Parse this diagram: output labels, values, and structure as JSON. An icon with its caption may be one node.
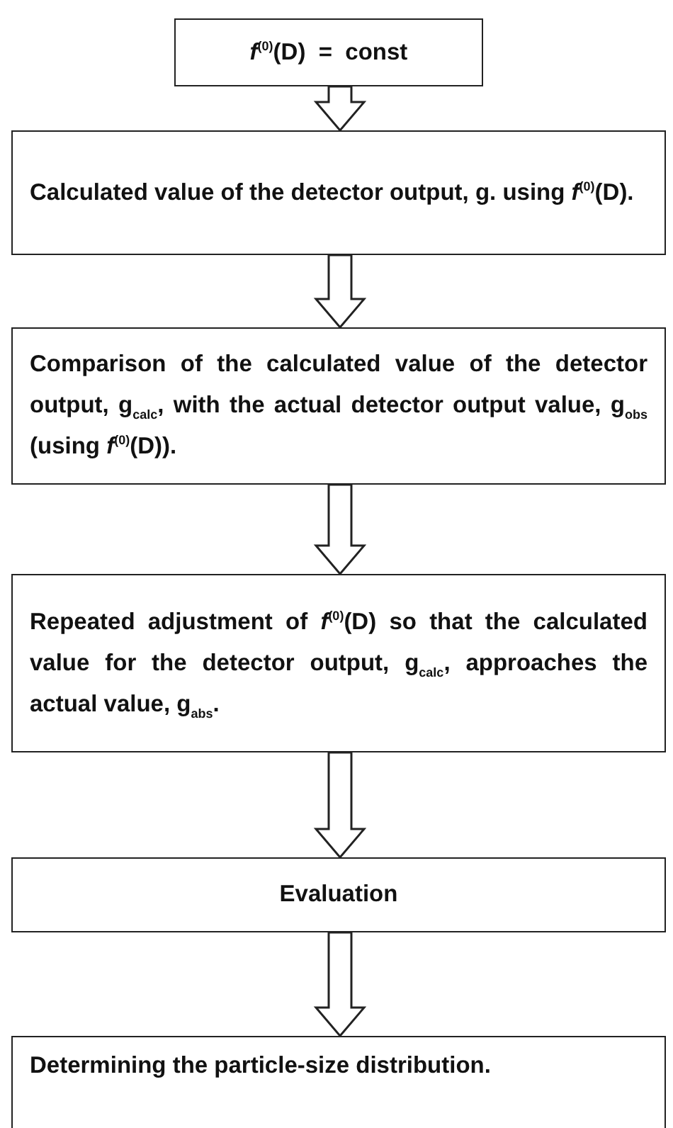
{
  "diagram": {
    "nodes": [
      {
        "text": [
          "*f*$^{(0)}$(D)  =  const"
        ]
      },
      {
        "text": [
          "Calculated value of the detector output, g. using *f*$^{(0)}$(D)."
        ]
      },
      {
        "text": [
          "Comparison of the calculated value of the detector output, g$_{calc}$, with the actual detector output value, g$_{obs}$ (using *f*$^{(0)}$(D))."
        ]
      },
      {
        "text": [
          "Repeated adjustment of *f*$^{(0)}$(D) so that the calculated value for the detector output, g$_{calc}$, approaches the actual value, g$_{abs}$."
        ]
      },
      {
        "text": [
          "Evaluation"
        ]
      },
      {
        "text": [
          "Determining the particle-size distribution."
        ]
      }
    ],
    "edges": [
      {
        "from": 0,
        "to": 1,
        "arrow": "to"
      },
      {
        "from": 1,
        "to": 2,
        "arrow": "to"
      },
      {
        "from": 2,
        "to": 3,
        "arrow": "to"
      },
      {
        "from": 3,
        "to": 4,
        "arrow": "to"
      },
      {
        "from": 4,
        "to": 5,
        "arrow": "to"
      }
    ]
  }
}
